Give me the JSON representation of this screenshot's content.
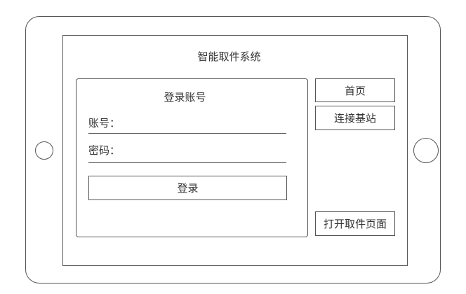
{
  "app": {
    "title": "智能取件系统"
  },
  "login": {
    "title": "登录账号",
    "account_label": "账号：",
    "password_label": "密码：",
    "account_value": "",
    "password_value": "",
    "submit_label": "登录"
  },
  "side_buttons": {
    "home_label": "首页",
    "connect_label": "连接基站",
    "open_label": "打开取件页面"
  }
}
